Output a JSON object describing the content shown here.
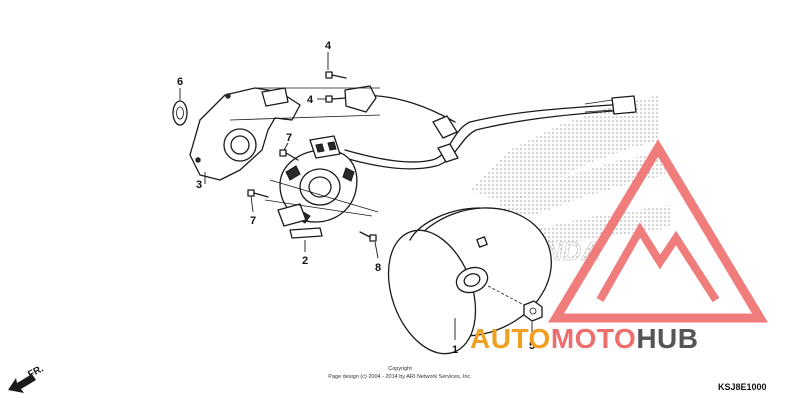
{
  "diagram": {
    "callouts": [
      {
        "id": "1",
        "label": "1"
      },
      {
        "id": "2",
        "label": "2"
      },
      {
        "id": "3",
        "label": "3"
      },
      {
        "id": "4a",
        "label": "4"
      },
      {
        "id": "4b",
        "label": "4"
      },
      {
        "id": "5",
        "label": "5"
      },
      {
        "id": "6",
        "label": "6"
      },
      {
        "id": "7a",
        "label": "7"
      },
      {
        "id": "7b",
        "label": "7"
      },
      {
        "id": "8",
        "label": "8"
      }
    ],
    "front_arrow_label": "FR.",
    "copyright_line1": "Copyright",
    "copyright_line2": "Page design (c) 2004 - 2014 by ARI Network Services, Inc.",
    "drawing_code": "KSJ8E1000",
    "background_logo_text": "HONDA"
  },
  "watermark": {
    "part1": "AUTO",
    "part2": "MOTO",
    "part3": "HUB",
    "colors": {
      "accent": "#f0a020",
      "secondary": "#ee6e6e",
      "dark": "#555555",
      "triangle": "#e84a4a"
    }
  }
}
